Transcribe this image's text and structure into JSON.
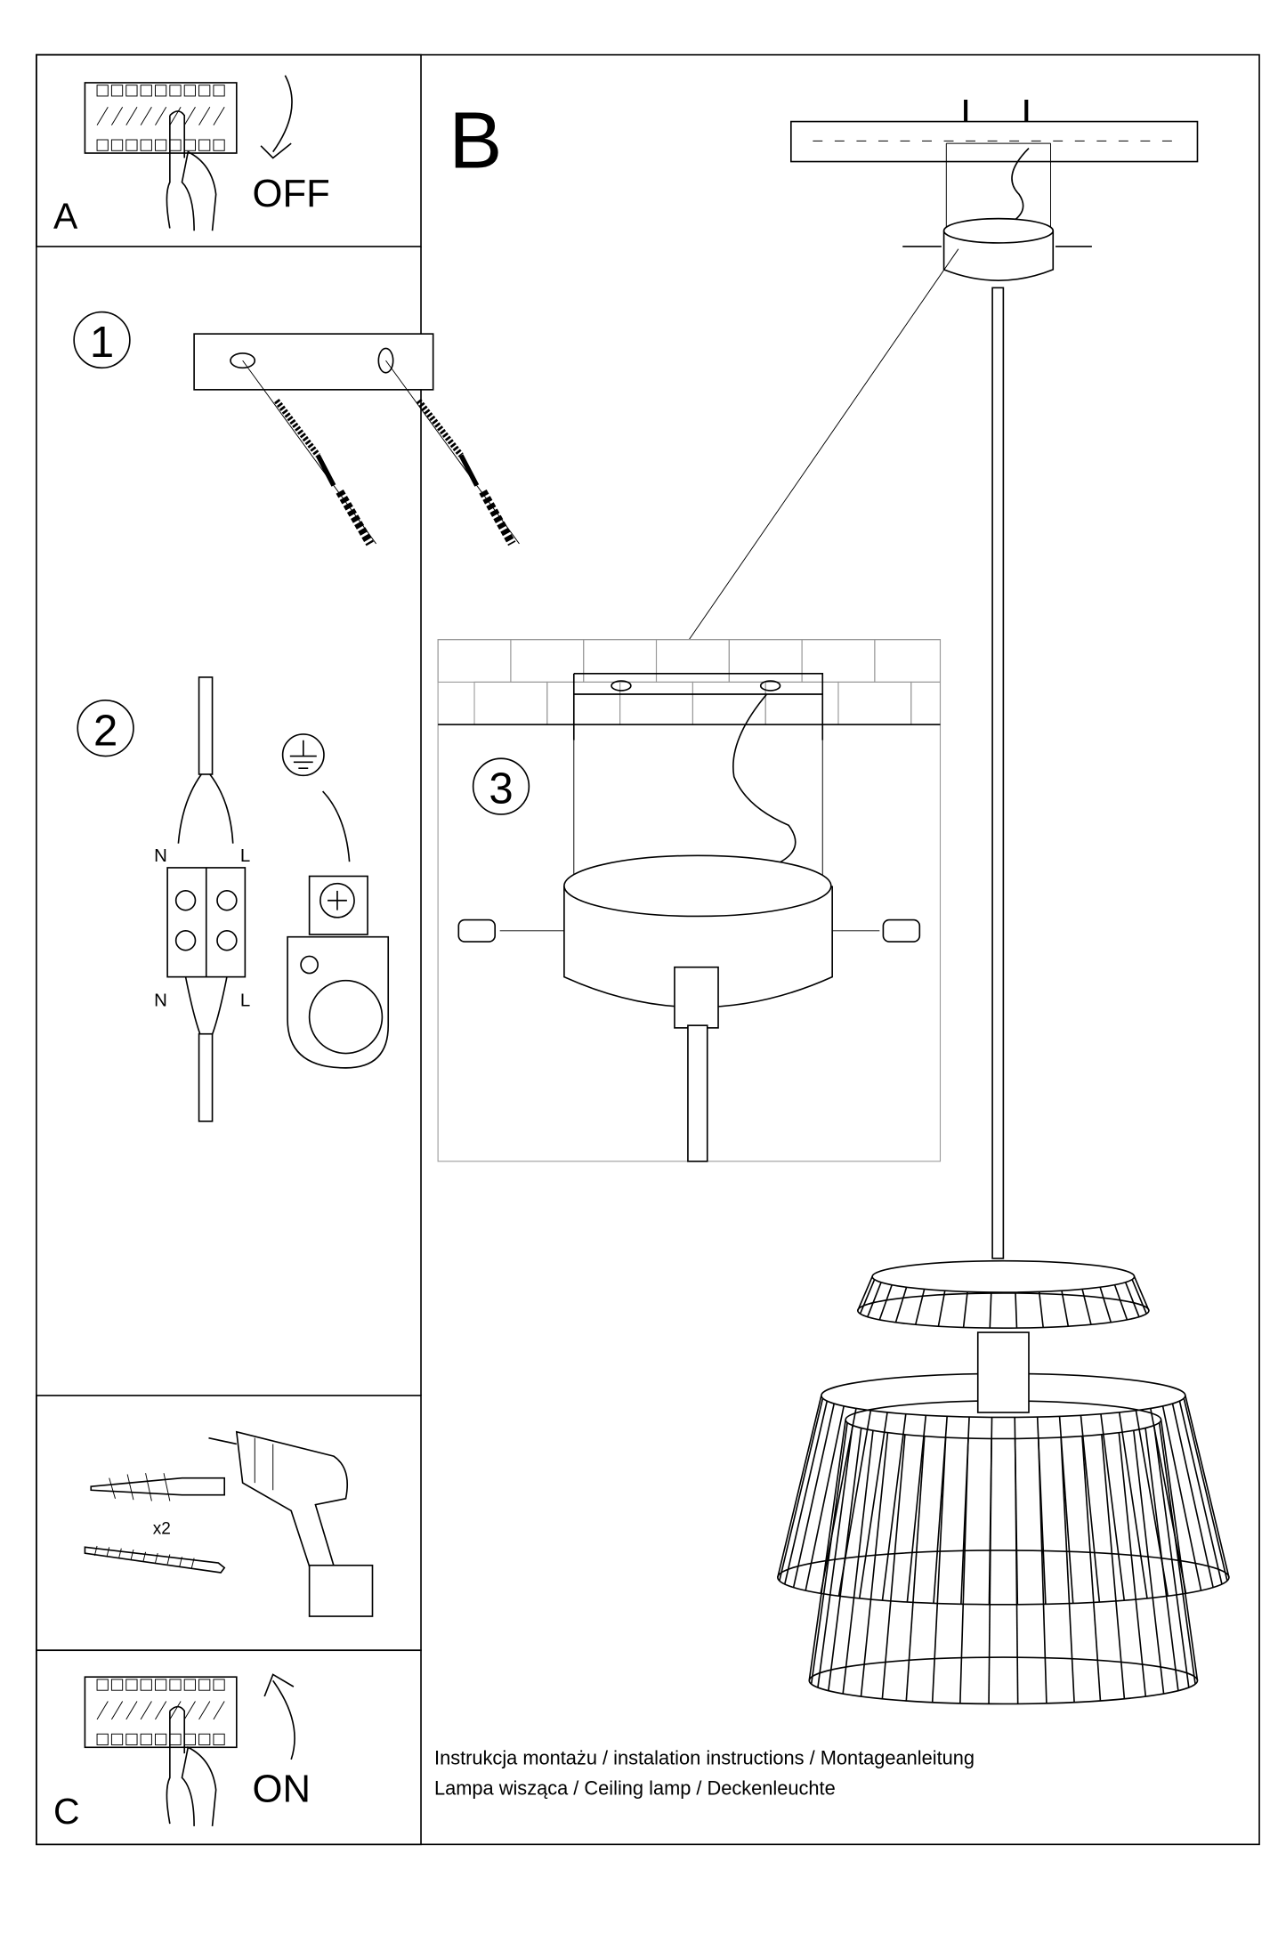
{
  "panel_a": {
    "label": "A",
    "action": "OFF"
  },
  "panel_b": {
    "label": "B"
  },
  "panel_c": {
    "label": "C",
    "action": "ON"
  },
  "steps": {
    "step1": "1",
    "step2": "2",
    "step3": "3"
  },
  "wiring": {
    "n_top": "N",
    "l_top": "L",
    "n_bottom": "N",
    "l_bottom": "L"
  },
  "tools": {
    "quantity": "x2"
  },
  "footer": {
    "line1": "Instrukcja montażu / instalation instructions / Montageanleitung",
    "line2": "Lampa wisząca / Ceiling lamp  / Deckenleuchte"
  },
  "shade": {
    "top_tier_bars": 18,
    "middle_tier_bars": 26,
    "bottom_tier_bars": 22
  }
}
